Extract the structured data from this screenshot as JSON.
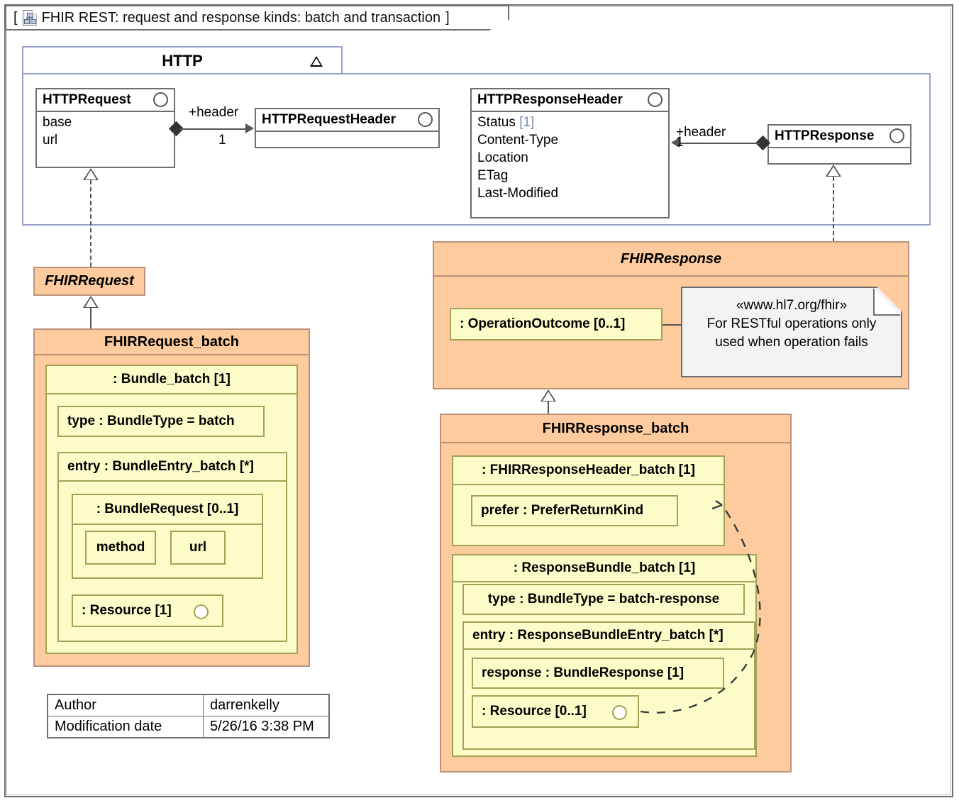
{
  "diagram": {
    "title": "FHIR REST: request and response kinds: batch and transaction",
    "title_open_bracket": "[",
    "title_close_bracket": "]",
    "icon": "class-diagram-icon"
  },
  "package": {
    "name": "HTTP",
    "collapse_icon": "triangle-up-icon"
  },
  "classes": {
    "http_request": {
      "name": "HTTPRequest",
      "attributes": [
        "base",
        "url"
      ],
      "interface_icon": "circle-icon"
    },
    "http_request_header": {
      "name": "HTTPRequestHeader",
      "attributes": [],
      "interface_icon": "circle-icon"
    },
    "http_response_header": {
      "name": "HTTPResponseHeader",
      "attributes": [
        "Status",
        "Content-Type",
        "Location",
        "ETag",
        "Last-Modified"
      ],
      "status_multiplicity": "[1]",
      "interface_icon": "circle-icon"
    },
    "http_response": {
      "name": "HTTPResponse",
      "attributes": [],
      "interface_icon": "circle-icon"
    }
  },
  "associations": {
    "request_header": {
      "role": "+header",
      "multiplicity": "1"
    },
    "response_header": {
      "role": "+header",
      "multiplicity": "1"
    }
  },
  "fhir_request": {
    "name": "FHIRRequest"
  },
  "fhir_request_batch": {
    "name": "FHIRRequest_batch",
    "bundle": {
      "title": ": Bundle_batch [1]",
      "type_attr": "type : BundleType = batch",
      "entry": {
        "title": "entry : BundleEntry_batch [*]",
        "bundle_request": {
          "title": ": BundleRequest [0..1]",
          "method": "method",
          "url": "url"
        },
        "resource": ": Resource [1]",
        "resource_icon": "circle-icon"
      }
    }
  },
  "fhir_response": {
    "name": "FHIRResponse",
    "operation_outcome": ": OperationOutcome [0..1]",
    "note": {
      "stereotype": "«www.hl7.org/fhir»",
      "line1": "For RESTful operations only",
      "line2": "used when operation fails"
    }
  },
  "fhir_response_batch": {
    "name": "FHIRResponse_batch",
    "header": {
      "title": ": FHIRResponseHeader_batch [1]",
      "prefer": "prefer : PreferReturnKind"
    },
    "bundle": {
      "title": ": ResponseBundle_batch [1]",
      "type_attr": "type : BundleType = batch-response",
      "entry": {
        "title": "entry : ResponseBundleEntry_batch [*]",
        "response": "response : BundleResponse [1]",
        "resource": ": Resource [0..1]",
        "resource_icon": "circle-icon"
      }
    }
  },
  "meta_table": {
    "rows": [
      {
        "label": "Author",
        "value": "darrenkelly"
      },
      {
        "label": "Modification date",
        "value": "5/26/16 3:38 PM"
      }
    ]
  },
  "colors": {
    "orange_fill": "#fdcb9e",
    "orange_border": "#bb9279",
    "yellow_fill": "#fcfcc9",
    "yellow_border": "#a3a356",
    "package_border": "#98a0cc",
    "frame_border": "#6e6e6e",
    "note_fill": "#f3f3f3",
    "multiplicity_text": "#7a8fa8"
  }
}
